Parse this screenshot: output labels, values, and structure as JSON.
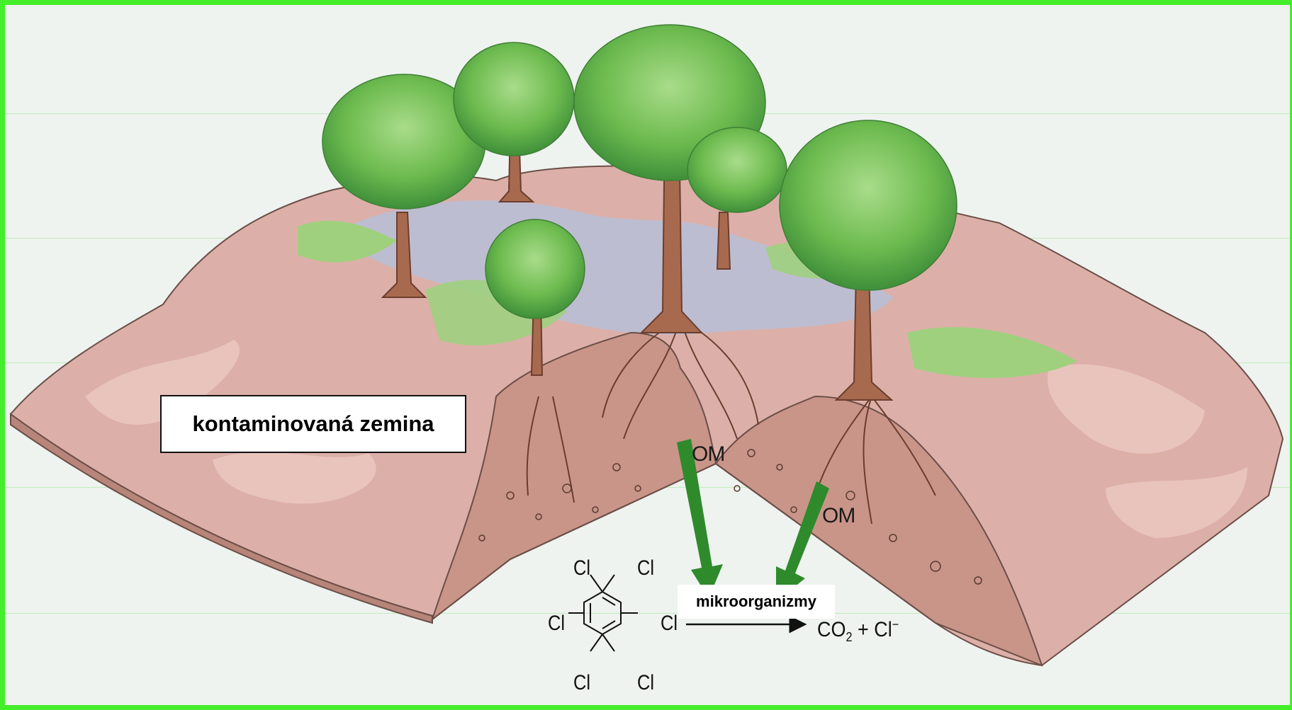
{
  "labels": {
    "soil": "kontaminovaná zemina",
    "microbes": "mikroorganizmy",
    "om_left": "OM",
    "om_right": "OM"
  },
  "reaction": {
    "chlorine": "Cl",
    "product_co2": "CO",
    "product_co2_sub": "2",
    "product_plus": " + Cl",
    "product_cl_sup": "−"
  },
  "colors": {
    "frame": "#44ee2a",
    "soil_surface": "#dcb0a8",
    "soil_section": "#c99588",
    "vegetation": "#6dbb4f",
    "water": "#b7bfd8",
    "arrow": "#2f8a2c",
    "trunk": "#a86a4e"
  }
}
